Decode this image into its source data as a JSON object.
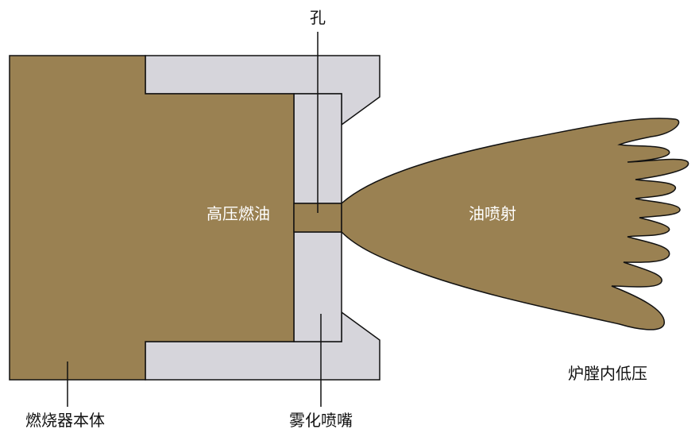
{
  "colors": {
    "oil": "#9a8152",
    "nozzle": "#d6d5db",
    "outline": "#111111",
    "background": "#ffffff"
  },
  "labels": {
    "hole": "孔",
    "high_pressure_oil": "高压燃油",
    "oil_spray": "油喷射",
    "furnace_low_pressure": "炉膛内低压",
    "burner_body": "燃烧器本体",
    "atomizing_nozzle": "雾化喷嘴"
  }
}
